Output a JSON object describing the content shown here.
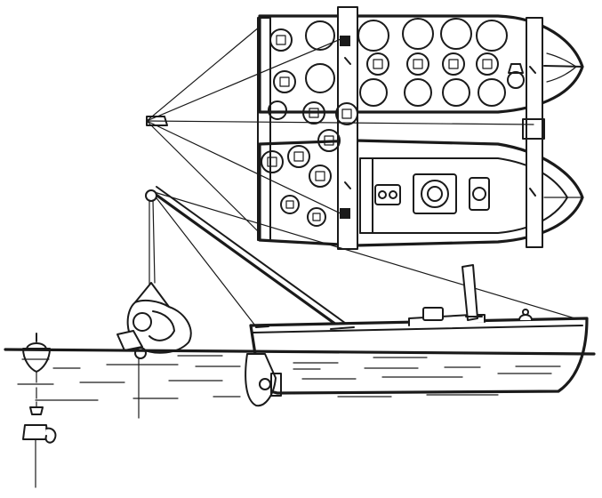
{
  "figure": {
    "kind": "line-drawing",
    "ink_color": "#1a1a1a",
    "paper_color": "#ffffff",
    "parts": [
      "plan-view-double-hull",
      "side-view-boat",
      "crane-boom",
      "load-on-hook",
      "buoy-with-weight",
      "water-surface"
    ]
  }
}
